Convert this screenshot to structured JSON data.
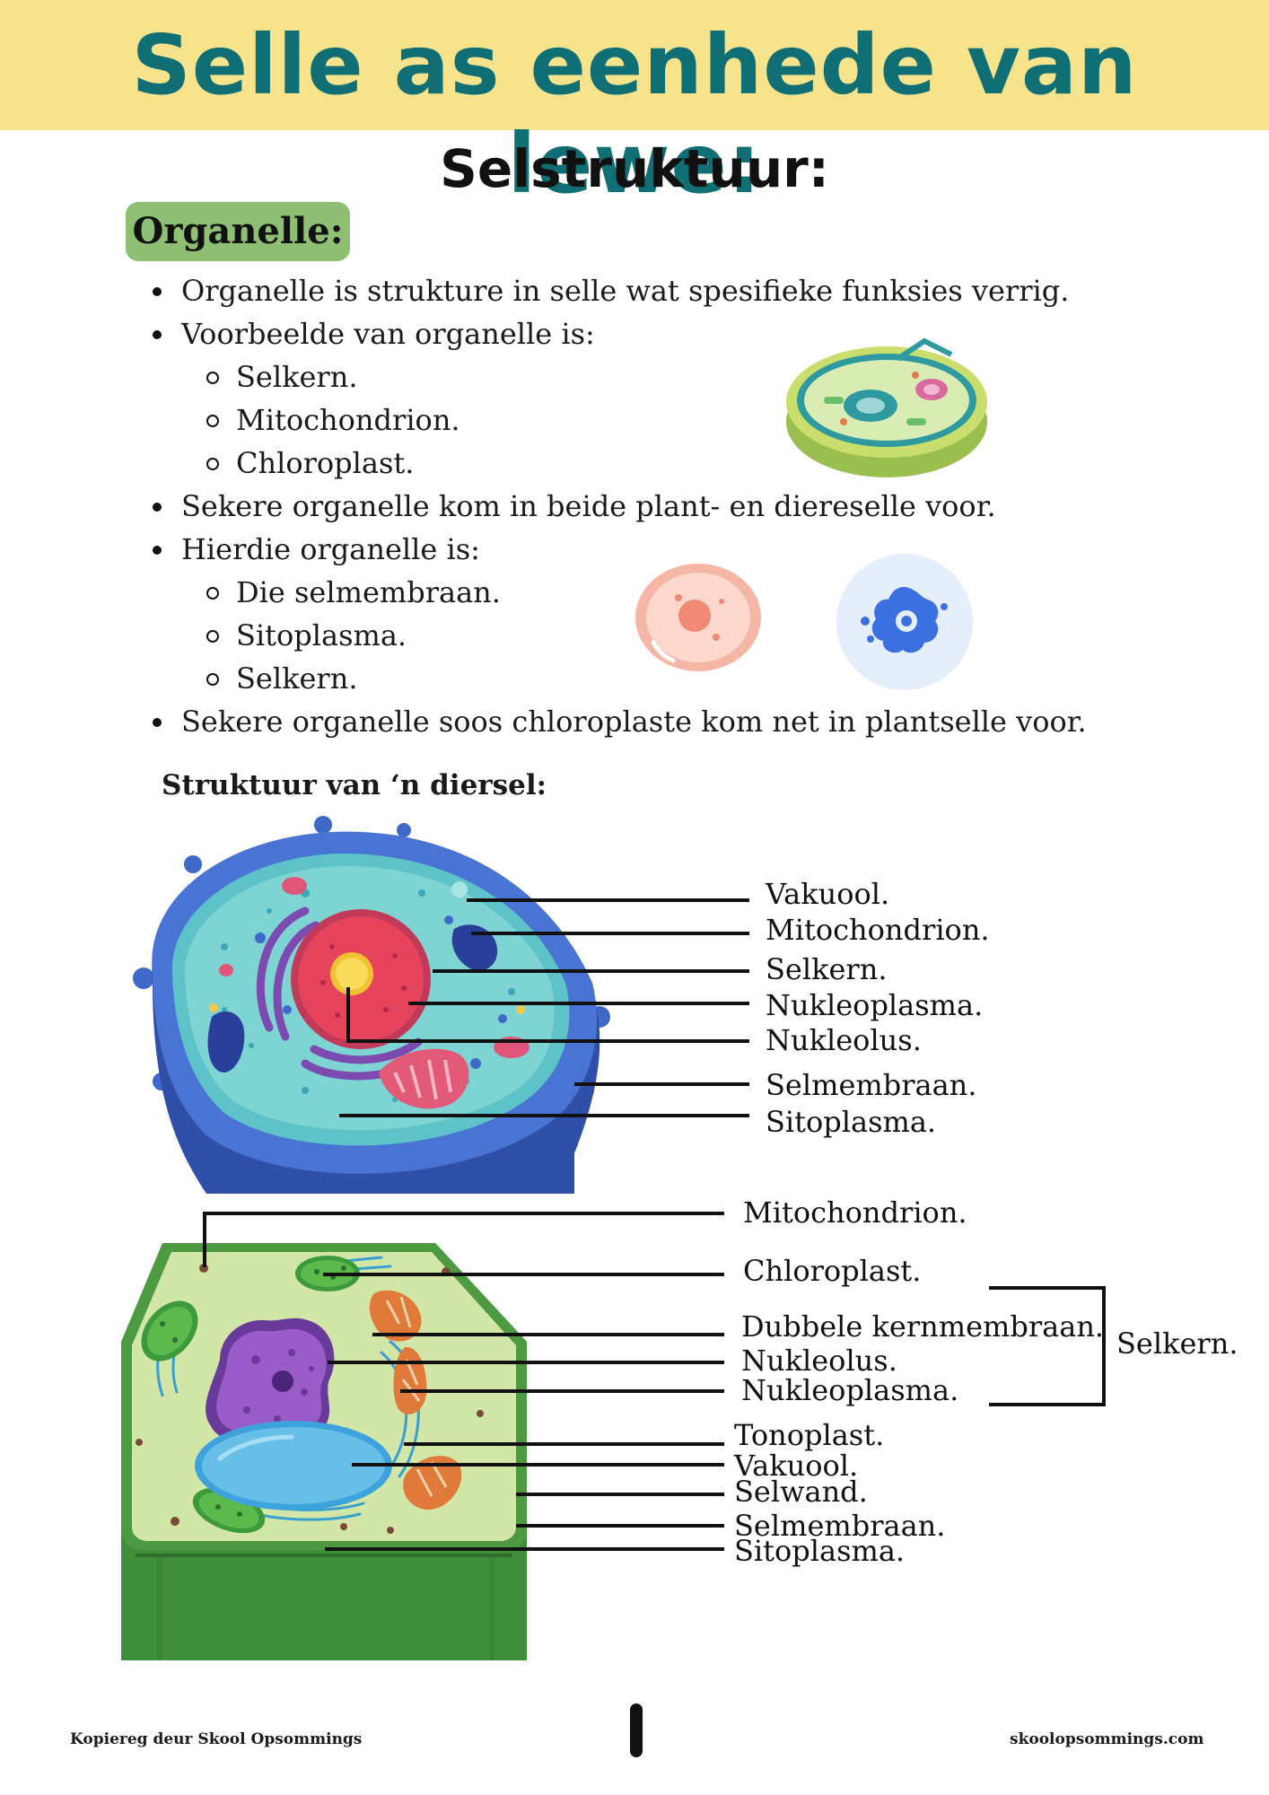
{
  "header": {
    "title": "Selle as eenhede van lewe:",
    "subtitle": "Selstruktuur:"
  },
  "organelle": {
    "heading": "Organelle:",
    "bullets": [
      "Organelle is strukture in selle wat spesifieke funksies verrig.",
      "Voorbeelde van organelle is:",
      "Selkern.",
      "Mitochondrion.",
      "Chloroplast.",
      "Sekere organelle kom in beide plant- en diereselle voor.",
      "Hierdie organelle is:",
      "Die selmembraan.",
      "Sitoplasma.",
      "Selkern.",
      "Sekere organelle soos chloroplaste kom net in plantselle voor."
    ]
  },
  "animal_cell": {
    "heading": "Struktuur van ‘n diersel:",
    "labels": [
      "Vakuool.",
      "Mitochondrion.",
      "Selkern.",
      "Nukleoplasma.",
      "Nukleolus.",
      "Selmembraan.",
      "Sitoplasma."
    ]
  },
  "plant_cell": {
    "labels": [
      "Mitochondrion.",
      "Chloroplast.",
      "Dubbele kernmembraan.",
      "Nukleolus.",
      "Nukleoplasma.",
      "Tonoplast.",
      "Vakuool.",
      "Selwand.",
      "Selmembraan.",
      "Sitoplasma."
    ],
    "group_label": "Selkern."
  },
  "footer": {
    "left": "Kopiereg deur Skool Opsommings",
    "right": "skoolopsommings.com"
  }
}
